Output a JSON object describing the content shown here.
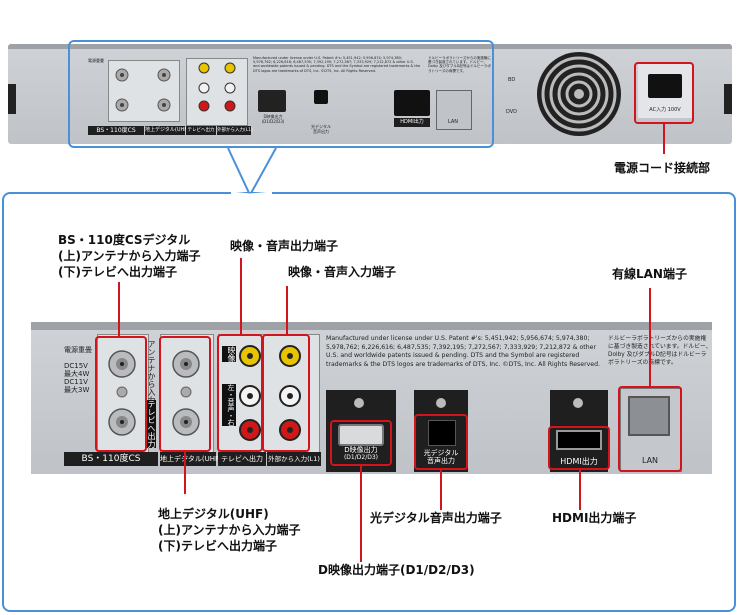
{
  "top_panel": {
    "bs_label": "BS・110度CS",
    "uhf_label": "地上デジタル(UHF)",
    "tv_out_label": "テレビへ出力",
    "ext_in_label": "外部から入力(L1)",
    "d_label": "D映像出力",
    "d_sub": "(D1/D2/D3)",
    "optical_label": "光デジタル\n音声出力",
    "hdmi_label": "HDMI出力",
    "lan_label": "LAN",
    "ac_label": "AC入力 100V",
    "power_mini": "電源重畳",
    "bd_label": "BD",
    "dvd_label": "DVD"
  },
  "detail_panel": {
    "power_sup": "電源重畳",
    "dc15": "DC15V\n最大4W",
    "dc11": "DC11V\n最大3W",
    "antenna_in_v": "アンテナから入力",
    "tv_out_v": "テレビへ出力",
    "video_v": "映像",
    "audio_v": "左・音声・右",
    "bs_label": "BS・110度CS",
    "uhf_label": "地上デジタル(UHF)",
    "tv_out_label": "テレビへ出力",
    "ext_in_label": "外部から入力(L1)",
    "d_label": "D映像出力",
    "d_sub": "(D1/D2/D3)",
    "optical_label": "光デジタル\n音声出力",
    "hdmi_label": "HDMI出力",
    "lan_label": "LAN",
    "patent_text": "Manufactured under license under U.S.  Patent #'s: 5,451,942; 5,956,674; 5,974,380; 5,978,762; 6,226,616; 6,487,535; 7,392,195; 7,272,567; 7,333,929; 7,212,872 & other U.S. and worldwide patents issued & pending. DTS and the Symbol are registered trademarks & the DTS logos are trademarks of DTS, Inc. ©DTS, Inc.  All Rights Reserved.",
    "dolby_text": "ドルビーラボラトリーズからの実施権に基づき製造されています。ドルビー、Dolby 及びダブルD記号はドルビーラボラトリーズの商標です。"
  },
  "callouts": {
    "power_cord": "電源コード接続部",
    "bs_cs": "BS・110度CSデジタル\n(上)アンテナから入力端子\n(下)テレビへ出力端子",
    "av_out": "映像・音声出力端子",
    "av_in": "映像・音声入力端子",
    "lan": "有線LAN端子",
    "uhf": "地上デジタル(UHF)\n(上)アンテナから入力端子\n(下)テレビへ出力端子",
    "optical": "光デジタル音声出力端子",
    "hdmi": "HDMI出力端子",
    "d_video": "D映像出力端子(D1/D2/D3)"
  },
  "colors": {
    "accent_blue": "#4a90d9",
    "red_highlight": "#d4141c",
    "device_gray": "#c6c9cd"
  }
}
